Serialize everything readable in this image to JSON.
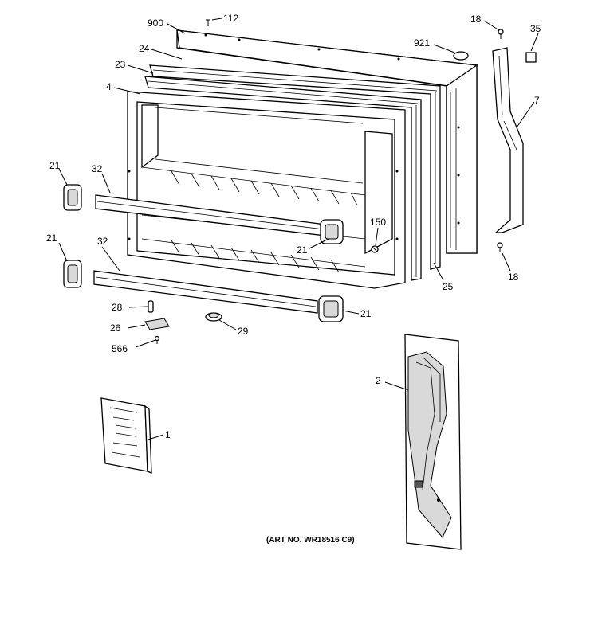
{
  "diagram": {
    "art_number": "(ART NO. WR18516 C9)",
    "callouts": {
      "c112": "112",
      "c900": "900",
      "c24": "24",
      "c23": "23",
      "c4": "4",
      "c921": "921",
      "c18a": "18",
      "c35": "35",
      "c7": "7",
      "c18b": "18",
      "c21a": "21",
      "c32a": "32",
      "c21b": "21",
      "c32b": "32",
      "c150": "150",
      "c21c": "21",
      "c25": "25",
      "c28": "28",
      "c26": "26",
      "c566": "566",
      "c29": "29",
      "c21d": "21",
      "c2": "2",
      "c1": "1"
    }
  }
}
